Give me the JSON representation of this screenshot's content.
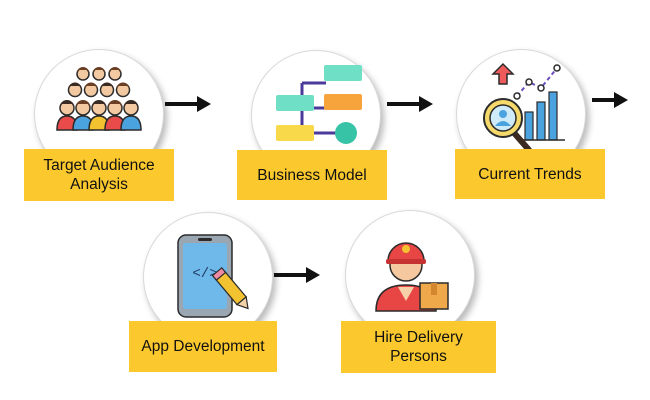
{
  "steps": [
    {
      "label": "Target Audience\nAnalysis",
      "icon": "audience-icon"
    },
    {
      "label": "Business Model",
      "icon": "flowchart-icon"
    },
    {
      "label": "Current Trends",
      "icon": "trend-analysis-icon"
    },
    {
      "label": "App Development",
      "icon": "app-development-icon"
    },
    {
      "label": "Hire Delivery\nPersons",
      "icon": "delivery-person-icon"
    }
  ],
  "colors": {
    "label_bg": "#fbc92e",
    "arrow": "#111111",
    "circle_bg": "#ffffff"
  }
}
